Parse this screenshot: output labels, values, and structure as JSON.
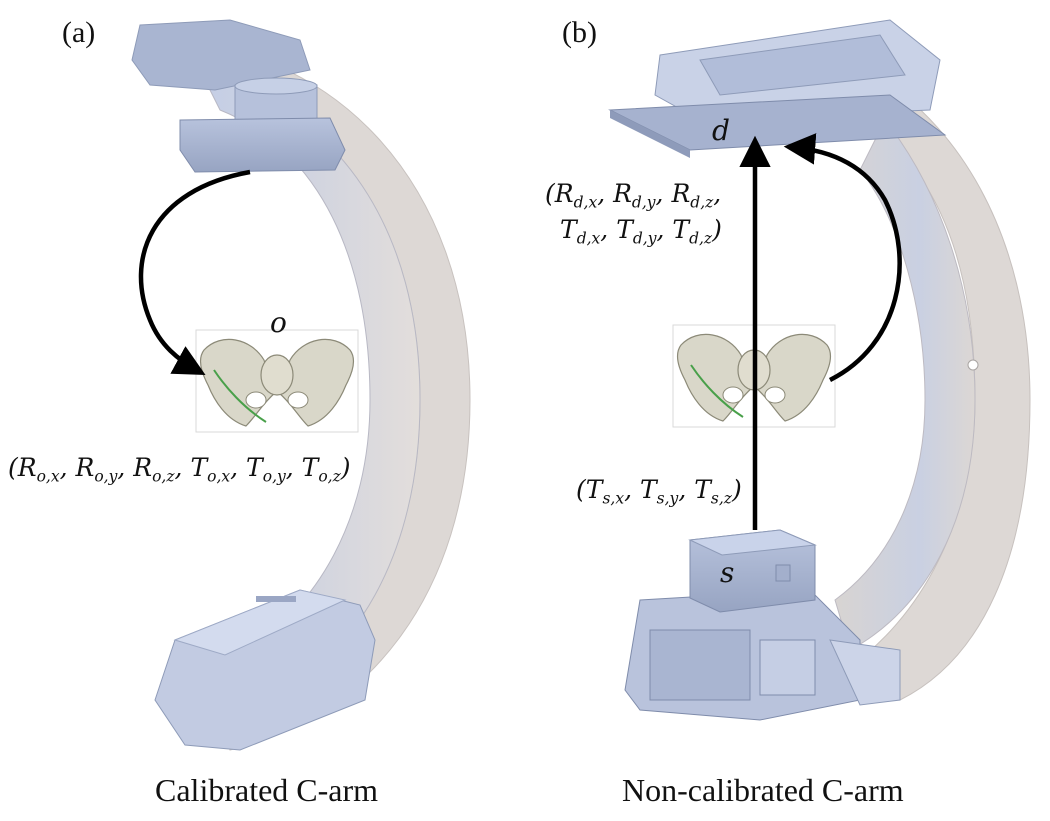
{
  "panels": [
    {
      "tag": "(a)",
      "caption": "Calibrated C-arm",
      "object_symbol": "o",
      "pose_params": [
        "R",
        "o,x",
        "R",
        "o,y",
        "R",
        "o,z",
        "T",
        "o,x",
        "T",
        "o,y",
        "T",
        "o,z"
      ]
    },
    {
      "tag": "(b)",
      "caption": "Non-calibrated C-arm",
      "detector_symbol": "d",
      "source_symbol": "s",
      "detector_params_line1": [
        "R",
        "d,x",
        "R",
        "d,y",
        "R",
        "d,z"
      ],
      "detector_params_line2": [
        "T",
        "d,x",
        "T",
        "d,y",
        "T",
        "d,z"
      ],
      "source_params": [
        "T",
        "s,x",
        "T",
        "s,y",
        "T",
        "s,z"
      ]
    }
  ],
  "colors": {
    "carm_body": "#dcd8d6",
    "carm_shadow": "#b9b3b0",
    "carm_blue_light": "#c7d2e8",
    "carm_blue": "#9eacc8",
    "bone": "#d8d6c8",
    "bone_edge": "#8c8a78",
    "green_line": "#49a04a",
    "arrow": "#000000"
  }
}
